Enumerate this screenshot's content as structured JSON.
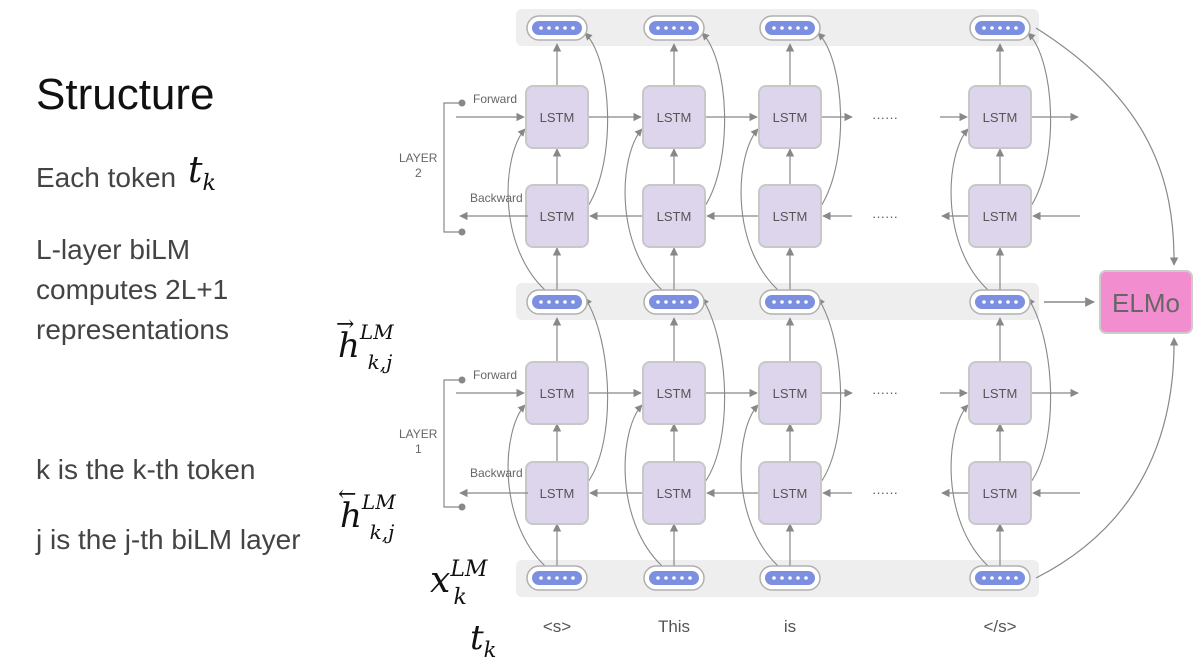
{
  "slide": {
    "title": "Structure",
    "line1": "Each token",
    "line2a": "L-layer biLM",
    "line2b": "computes 2L+1",
    "line2c": "representations",
    "line3": "k is the k-th token",
    "line4": "j is the j-th biLM layer"
  },
  "math": {
    "t": "t",
    "k": "k",
    "h": "h",
    "LM": "LM",
    "kj": "k,j",
    "x": "x"
  },
  "diagram": {
    "lstm_label": "LSTM",
    "forward_label": "Forward",
    "backward_label": "Backward",
    "layer2_label": [
      "LAYER",
      "2"
    ],
    "layer1_label": [
      "LAYER",
      "1"
    ],
    "ellipsis": "······",
    "elmo_label": "ELMo",
    "tokens": [
      "<s>",
      "This",
      "is",
      "</s>"
    ],
    "colors": {
      "lstm_fill": "#ddd5ec",
      "embed_fill": "#7d8fe0",
      "band_fill": "#eeeeee",
      "elmo_fill": "#f28ed0",
      "line": "#888888"
    }
  }
}
